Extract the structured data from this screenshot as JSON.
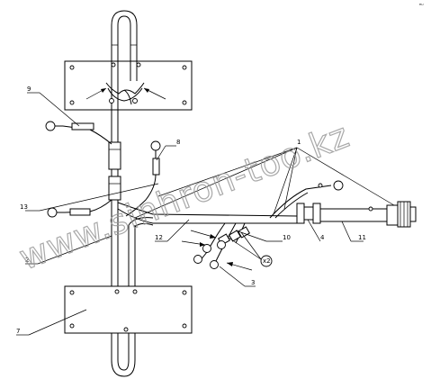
{
  "labels": {
    "l1": "1",
    "l2": "2",
    "l3": "3",
    "l4": "4",
    "l7": "7",
    "l8": "8",
    "l9": "9",
    "l10": "10",
    "l11": "11",
    "l12": "12",
    "l13": "13",
    "x2": "x2"
  },
  "watermark": "www.sinhron-too.kz",
  "corner_mark": "ᴿᵁ"
}
